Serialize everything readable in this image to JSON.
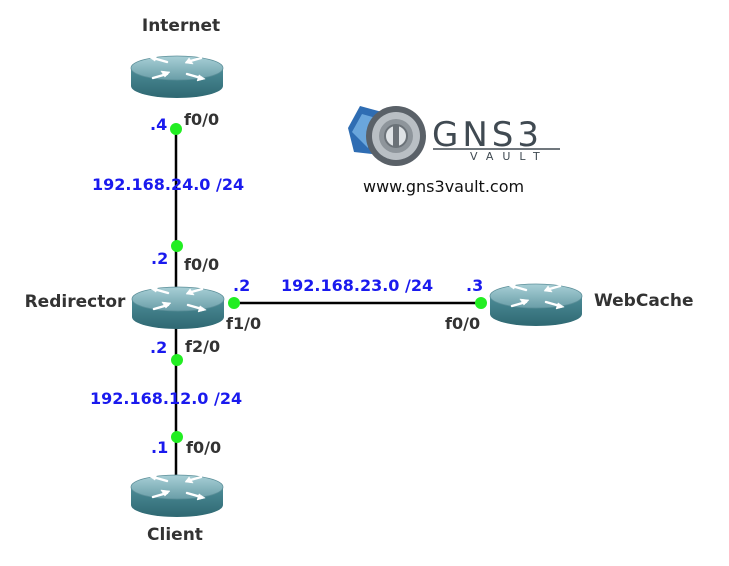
{
  "colors": {
    "link": "#000000",
    "port_dot": "#22ee22",
    "network_label": "#1a1aee",
    "text": "#333333",
    "router_top": "#7fb0ba",
    "router_side": "#3f7f8b"
  },
  "icons": {
    "router": "router-icon",
    "logo": "gns3-vault-logo-icon"
  },
  "devices": {
    "internet": "Internet",
    "redirector": "Redirector",
    "webcache": "WebCache",
    "client": "Client"
  },
  "interfaces": {
    "internet_f00": "f0/0",
    "redirector_f00": "f0/0",
    "redirector_f10": "f1/0",
    "redirector_f20": "f2/0",
    "webcache_f00": "f0/0",
    "client_f00": "f0/0"
  },
  "hosts": {
    "internet": ".4",
    "redirector_top": ".2",
    "redirector_right": ".2",
    "redirector_bottom": ".2",
    "webcache": ".3",
    "client": ".1"
  },
  "networks": {
    "top": "192.168.24.0 /24",
    "right": "192.168.23.0 /24",
    "bottom": "192.168.12.0 /24"
  },
  "logo": {
    "brand": "GNS3",
    "sub": "VAULT",
    "url": "www.gns3vault.com"
  }
}
